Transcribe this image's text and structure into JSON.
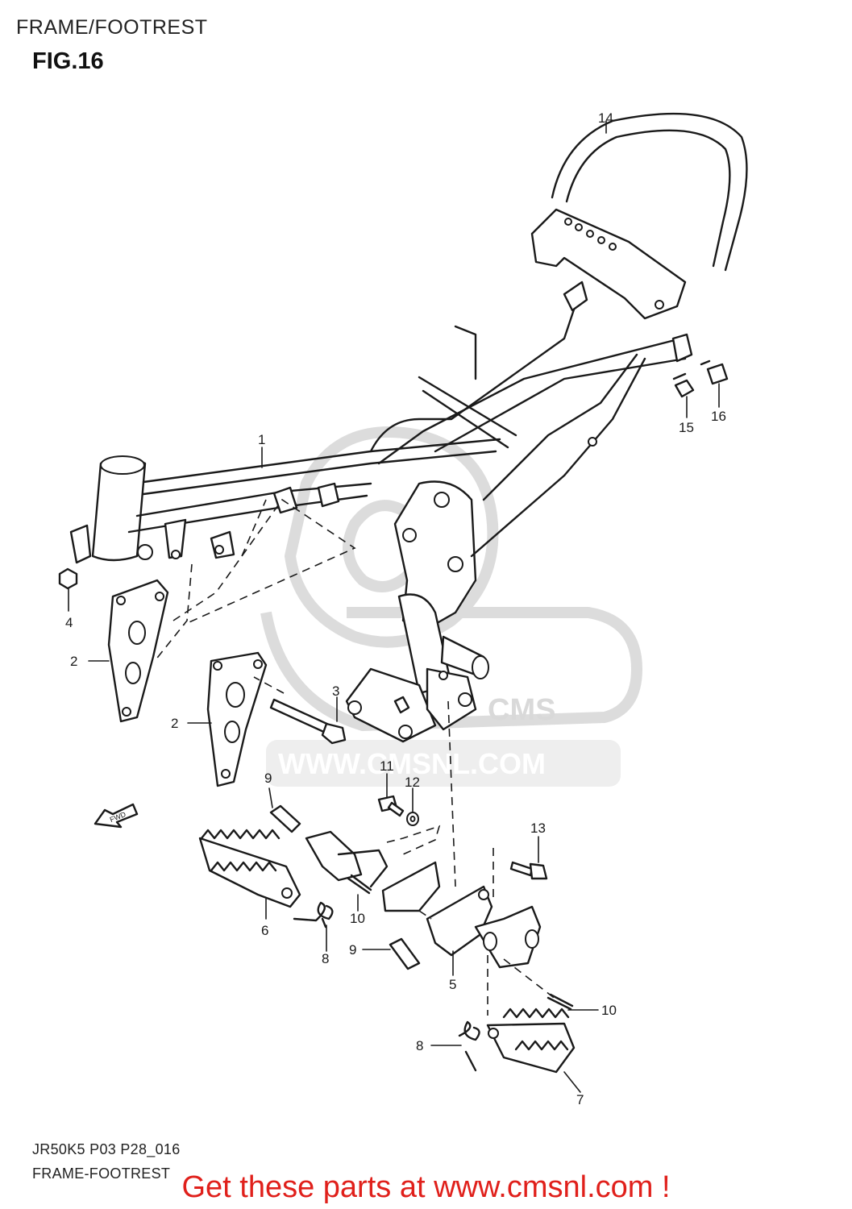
{
  "header": {
    "title": "FRAME/FOOTREST",
    "figure": "FIG.16"
  },
  "watermark": {
    "brand": "CMS",
    "url": "WWW.CMSNL.COM"
  },
  "direction_marker": "FWD",
  "callouts": [
    "1",
    "2",
    "2",
    "3",
    "4",
    "5",
    "6",
    "7",
    "8",
    "8",
    "9",
    "9",
    "10",
    "10",
    "11",
    "12",
    "13",
    "14",
    "15",
    "16"
  ],
  "footer": {
    "code": "JR50K5 P03 P28_016",
    "name": "FRAME-FOOTREST",
    "banner": "Get these parts at www.cmsnl.com !"
  },
  "colors": {
    "line": "#1a1a1a",
    "watermark": "#d9d9d9",
    "banner": "#e0201b"
  }
}
